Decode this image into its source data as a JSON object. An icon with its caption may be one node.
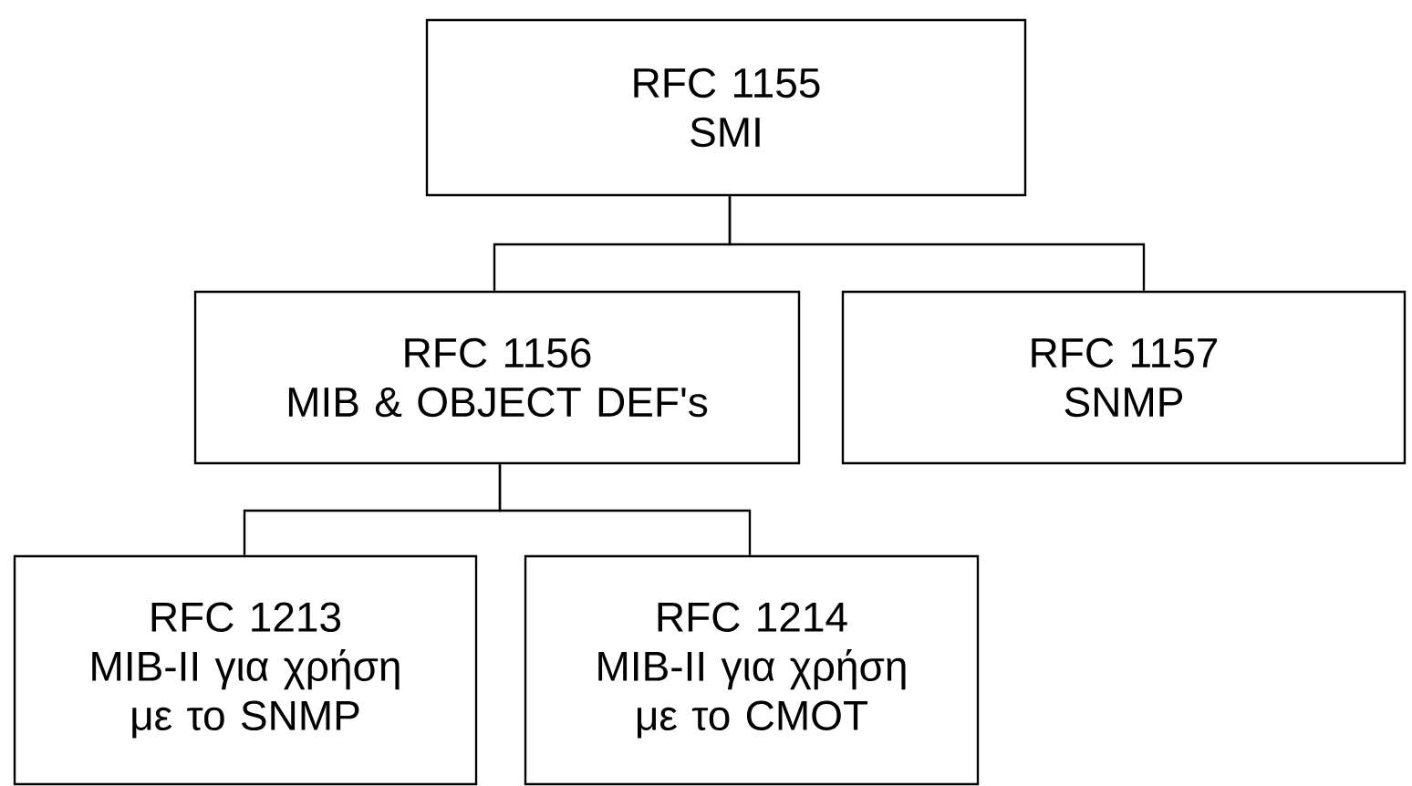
{
  "diagram": {
    "nodes": [
      {
        "text": [
          "RFC 1155",
          "SMI"
        ]
      },
      {
        "text": [
          "RFC 1156",
          "MIB & OBJECT DEF's"
        ]
      },
      {
        "text": [
          "RFC 1157",
          "SNMP"
        ]
      },
      {
        "text": [
          "RFC 1213",
          "MIB-II για χρήση με το SNMP"
        ]
      },
      {
        "text": [
          "RFC 1214",
          "MIB-II για χρήση με το CMOT"
        ]
      }
    ],
    "edges": [
      {
        "from": 0,
        "to": 1,
        "arrow": "none"
      },
      {
        "from": 0,
        "to": 2,
        "arrow": "none"
      },
      {
        "from": 1,
        "to": 3,
        "arrow": "none"
      },
      {
        "from": 1,
        "to": 4,
        "arrow": "none"
      }
    ]
  }
}
